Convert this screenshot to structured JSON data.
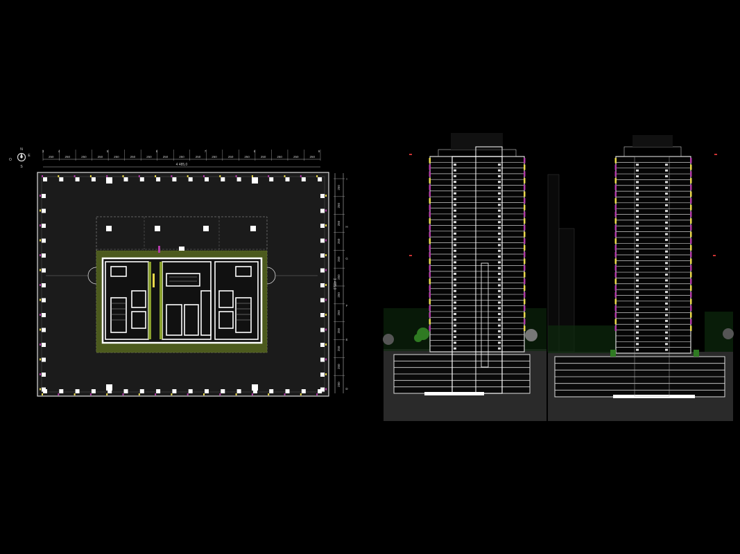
{
  "compass": {
    "north": "N",
    "east": "E",
    "south": "S",
    "west": "O"
  },
  "plan": {
    "grid_top": [
      "3",
      "4",
      "5",
      "6",
      "7",
      "8",
      "9"
    ],
    "bay_dims_top": [
      "250",
      "250",
      "250",
      "250",
      "250",
      "250",
      "250",
      "250",
      "250",
      "250",
      "250",
      "250",
      "250",
      "250",
      "250",
      "250",
      "250"
    ],
    "overall_width": "4 485,0",
    "grid_right": [
      "I",
      "H",
      "G",
      "F",
      "E",
      "D"
    ],
    "bay_dims_right": [
      "250",
      "250",
      "250",
      "250",
      "250",
      "250",
      "250",
      "250",
      "250",
      "250",
      "250",
      "250"
    ],
    "overall_height": "3 485,0"
  },
  "palette": {
    "background": "#000000",
    "linework": "#e6e6e6",
    "plan_fill": "#1b1b1b",
    "landscape_green": "#5a6b22",
    "highlight_yellow": "#e9d84a",
    "highlight_magenta": "#b23aa8",
    "ground": "#2a2a2a",
    "vegetation": "#2f7a22"
  }
}
